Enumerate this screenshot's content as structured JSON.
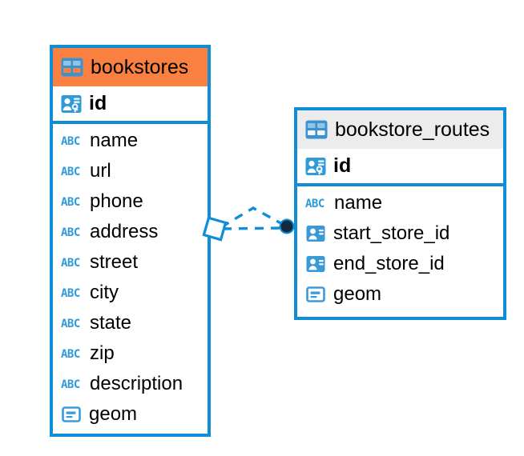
{
  "diagram": {
    "type": "entity-relationship-diagram",
    "background_color": "#ffffff",
    "entities": [
      {
        "name": "bookstores",
        "header_color": "#f98040",
        "border_color": "#0f8ed6",
        "icon": "table-icon",
        "primary_key": {
          "label": "id",
          "icon": "primary-key-icon"
        },
        "fields": [
          {
            "label": "name",
            "icon": "abc-text-icon"
          },
          {
            "label": "url",
            "icon": "abc-text-icon"
          },
          {
            "label": "phone",
            "icon": "abc-text-icon"
          },
          {
            "label": "address",
            "icon": "abc-text-icon"
          },
          {
            "label": "street",
            "icon": "abc-text-icon"
          },
          {
            "label": "city",
            "icon": "abc-text-icon"
          },
          {
            "label": "state",
            "icon": "abc-text-icon"
          },
          {
            "label": "zip",
            "icon": "abc-text-icon"
          },
          {
            "label": "description",
            "icon": "abc-text-icon"
          },
          {
            "label": "geom",
            "icon": "geometry-icon"
          }
        ]
      },
      {
        "name": "bookstore_routes",
        "header_color": "#ececec",
        "border_color": "#0f8ed6",
        "icon": "table-icon",
        "primary_key": {
          "label": "id",
          "icon": "primary-key-icon"
        },
        "fields": [
          {
            "label": "name",
            "icon": "abc-text-icon"
          },
          {
            "label": "start_store_id",
            "icon": "foreign-key-icon"
          },
          {
            "label": "end_store_id",
            "icon": "foreign-key-icon"
          },
          {
            "label": "geom",
            "icon": "geometry-icon"
          }
        ]
      }
    ],
    "relationship": {
      "line_style": "dashed",
      "line_color": "#0f8ed6",
      "source_marker": "diamond-marker",
      "target_marker": "filled-circle-marker",
      "target_marker_color": "#13293d"
    }
  }
}
